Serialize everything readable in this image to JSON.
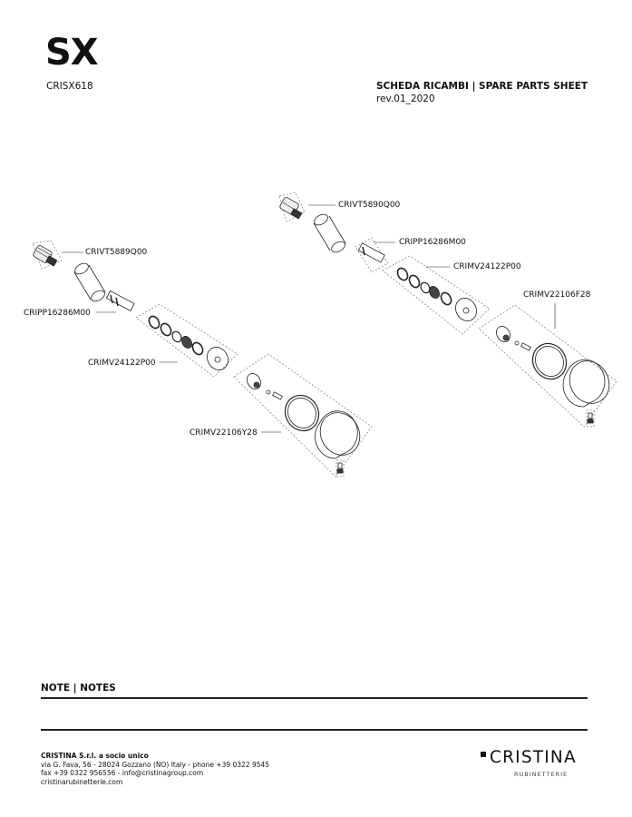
{
  "header": {
    "brand": "SX",
    "code": "CRISX618",
    "sheet_title": "SCHEDA RICAMBI | SPARE PARTS SHEET",
    "revision": "rev.01_2020"
  },
  "diagram_left": {
    "labels": {
      "cartridge": "CRIVT5889Q00",
      "extension": "CRIPP16286M00",
      "seal_kit": "CRIMV24122P00",
      "handle_kit": "CRIMV22106Y28"
    }
  },
  "diagram_right": {
    "labels": {
      "cartridge": "CRIVT5890Q00",
      "extension": "CRIPP16286M00",
      "seal_kit": "CRIMV24122P00",
      "handle_kit": "CRIMV22106F28"
    }
  },
  "notes": {
    "title": "NOTE | NOTES"
  },
  "footer": {
    "company_name": "CRISTINA S.r.l. a socio unico",
    "address": "via G. Fava, 56 - 28024 Gozzano (NO) Italy - phone +39 0322 9545",
    "fax_email": "fax +39 0322 956556 - info@cristinagroup.com",
    "website": "cristinarubinetterie.com",
    "logo_name": "CRISTINA",
    "logo_sub": "RUBINETTERIE"
  }
}
